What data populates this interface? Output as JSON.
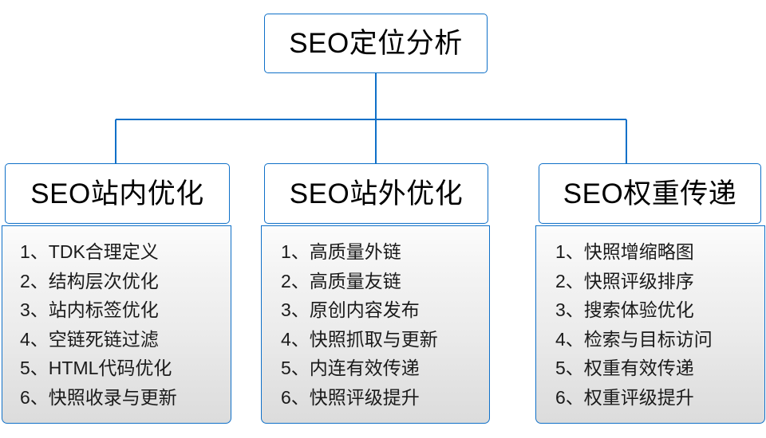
{
  "diagram": {
    "type": "org-chart",
    "border_color": "#0f70c8",
    "root_fill": "#ffffff",
    "body_fill_top": "#fcfcfc",
    "body_fill_bottom": "#dcdcdc",
    "text_color": "#000000",
    "root": {
      "title": "SEO定位分析"
    },
    "branches": [
      {
        "title": "SEO站内优化",
        "items": [
          {
            "num": "1、",
            "text": "TDK合理定义"
          },
          {
            "num": "2、",
            "text": "结构层次优化"
          },
          {
            "num": "3、",
            "text": "站内标签优化"
          },
          {
            "num": "4、",
            "text": "空链死链过滤"
          },
          {
            "num": "5、",
            "text": "HTML代码优化"
          },
          {
            "num": "6、",
            "text": "快照收录与更新"
          }
        ]
      },
      {
        "title": "SEO站外优化",
        "items": [
          {
            "num": "1、",
            "text": "高质量外链"
          },
          {
            "num": "2、",
            "text": "高质量友链"
          },
          {
            "num": "3、",
            "text": "原创内容发布"
          },
          {
            "num": "4、",
            "text": "快照抓取与更新"
          },
          {
            "num": "5、",
            "text": "内连有效传递"
          },
          {
            "num": "6、",
            "text": "快照评级提升"
          }
        ]
      },
      {
        "title": "SEO权重传递",
        "items": [
          {
            "num": "1、",
            "text": "快照增缩略图"
          },
          {
            "num": "2、",
            "text": "快照评级排序"
          },
          {
            "num": "3、",
            "text": "搜索体验优化"
          },
          {
            "num": "4、",
            "text": "检索与目标访问"
          },
          {
            "num": "5、",
            "text": "权重有效传递"
          },
          {
            "num": "6、",
            "text": "权重评级提升"
          }
        ]
      }
    ]
  }
}
